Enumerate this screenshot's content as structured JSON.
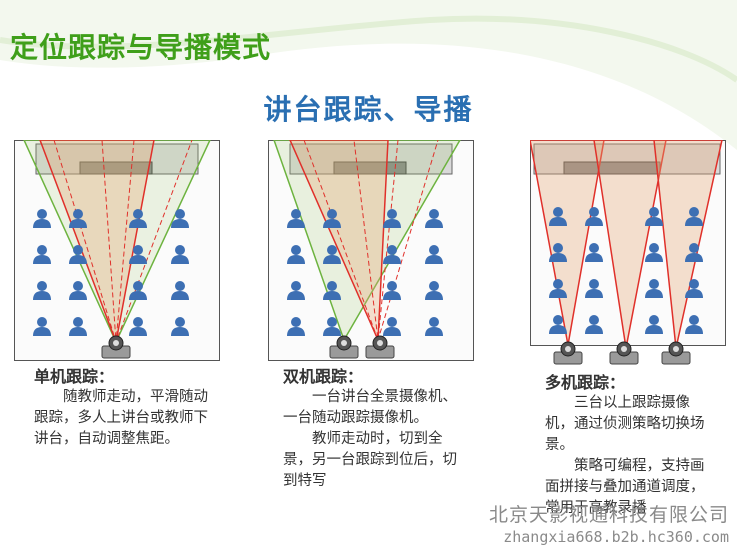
{
  "title": "定位跟踪与导播模式",
  "subtitle": "讲台跟踪、导播",
  "panels": [
    {
      "title": "单机跟踪：",
      "lines": [
        "随教师走动，平滑随动跟踪，多人上讲台或教师下讲台，自动调整焦距。"
      ]
    },
    {
      "title": "双机跟踪：",
      "lines": [
        "一台讲台全景摄像机、一台随动跟踪摄像机。",
        "教师走动时，切到全景，另一台跟踪到位后，切到特写"
      ]
    },
    {
      "title": "多机跟踪：",
      "lines": [
        "三台以上跟踪摄像机，通过侦测策略切换场景。",
        "策略可编程，支持画面拼接与叠加通道调度，常用于高教录播"
      ]
    }
  ],
  "watermark": {
    "company": "北京天影视通科技有限公司",
    "url": "zhangxia668.b2b.hc360.com"
  },
  "colors": {
    "title": "#3f9f1a",
    "subtitle": "#2a6fb2",
    "beam_red": "#e0302a",
    "beam_green": "#6db33f",
    "person": "#3d6fb3"
  },
  "icons": [
    "person-icon",
    "camera-icon",
    "podium-icon"
  ]
}
